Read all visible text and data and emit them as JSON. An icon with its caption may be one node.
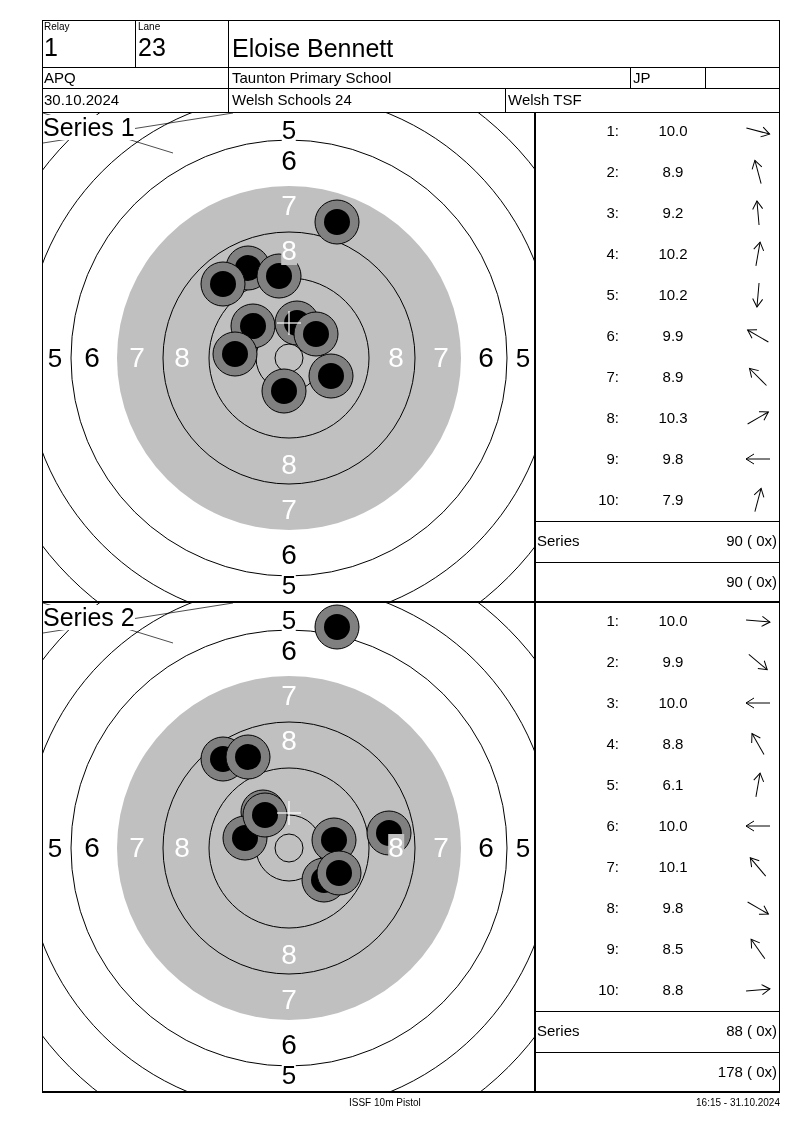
{
  "diagram": {
    "labels": [
      "Relay",
      "1",
      "Lane",
      "23",
      "Eloise Bennett",
      "APQ",
      "Taunton Primary School",
      "JP",
      "30.10.2024",
      "Welsh Schools 24",
      "Welsh TSF",
      "Series 1",
      "5",
      "6",
      "7",
      "8",
      "5",
      "6",
      "7",
      "8",
      "8",
      "7",
      "6",
      "5",
      "8",
      "7",
      "6",
      "5",
      "1:",
      "10.0",
      "2:",
      "8.9",
      "3:",
      "9.2",
      "4:",
      "10.2",
      "5:",
      "10.2",
      "6:",
      "9.9",
      "7:",
      "8.9",
      "8:",
      "10.3",
      "9:",
      "9.8",
      "10:",
      "7.9",
      "Series",
      "90 ( 0x)",
      "90 ( 0x)",
      "Series 2",
      "5",
      "6",
      "7",
      "8",
      "5",
      "6",
      "7",
      "8",
      "8",
      "7",
      "6",
      "5",
      "8",
      "7",
      "6",
      "5",
      "1:",
      "10.0",
      "2:",
      "9.9",
      "3:",
      "10.0",
      "4:",
      "8.8",
      "5:",
      "6.1",
      "6:",
      "10.0",
      "7:",
      "10.1",
      "8:",
      "9.8",
      "9:",
      "8.5",
      "10:",
      "8.8",
      "Series",
      "88 ( 0x)",
      "178 ( 0x)",
      "ISSF 10m Pistol",
      "16:15 - 31.10.2024"
    ]
  }
}
